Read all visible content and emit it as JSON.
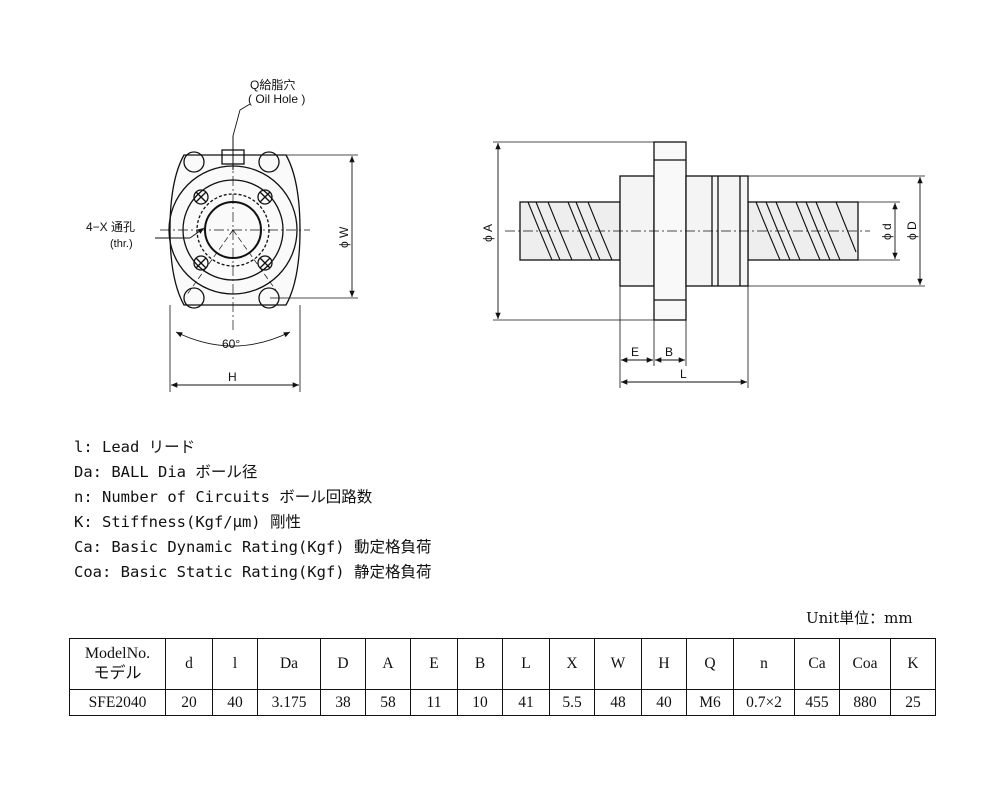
{
  "front_view": {
    "oil_hole_jp": "Q給脂穴",
    "oil_hole_en": "( Oil Hole )",
    "thru_hole_jp": "4−X 通孔",
    "thru_hole_en": "(thr.)",
    "angle": "60°",
    "dim_W": "ϕ W",
    "dim_H": "H"
  },
  "side_view": {
    "dim_A": "ϕ A",
    "dim_d": "ϕ d",
    "dim_D": "ϕ D",
    "dim_E": "E",
    "dim_B": "B",
    "dim_L": "L"
  },
  "legend": [
    "l: Lead リード",
    "Da: BALL Dia ボール径",
    "n: Number of Circuits ボール回路数",
    "K: Stiffness(Kgf/μm) 剛性",
    "Ca: Basic Dynamic Rating(Kgf) 動定格負荷",
    "Coa: Basic Static Rating(Kgf) 静定格負荷"
  ],
  "unit_label": "Unit単位：mm",
  "table": {
    "model_header_line1": "ModelNo.",
    "model_header_line2": "モデル",
    "headers": [
      "d",
      "l",
      "Da",
      "D",
      "A",
      "E",
      "B",
      "L",
      "X",
      "W",
      "H",
      "Q",
      "n",
      "Ca",
      "Coa",
      "K"
    ],
    "row": [
      "SFE2040",
      "20",
      "40",
      "3.175",
      "38",
      "58",
      "11",
      "10",
      "41",
      "5.5",
      "48",
      "40",
      "M6",
      "0.7×2",
      "455",
      "880",
      "25"
    ]
  }
}
